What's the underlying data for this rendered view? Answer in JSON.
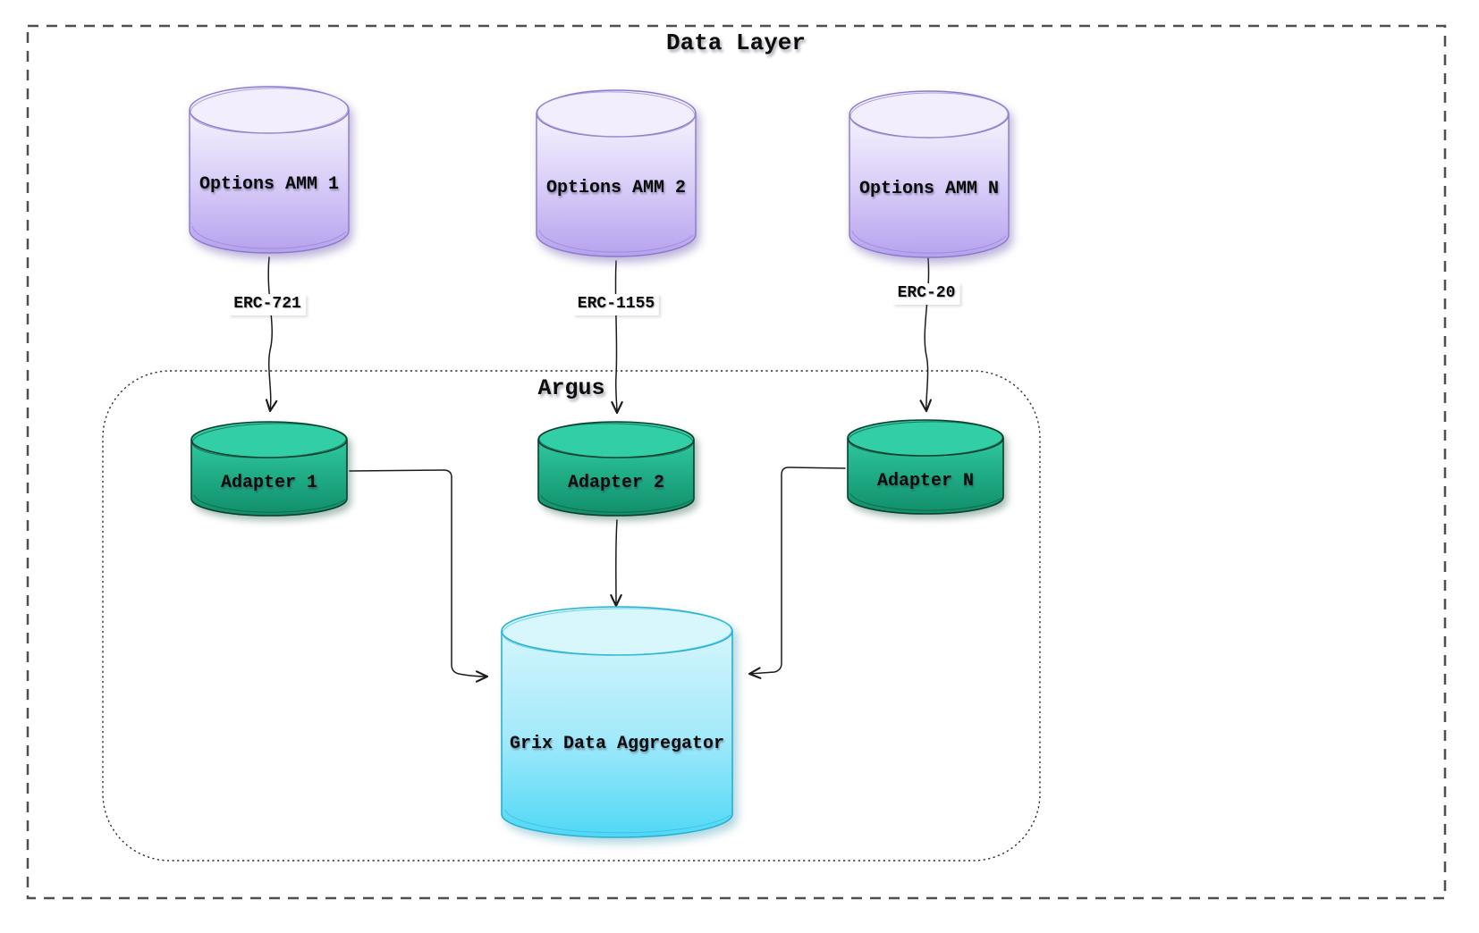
{
  "diagram": {
    "title": "Data Layer",
    "argus_label": "Argus"
  },
  "nodes": {
    "amm1": {
      "label": "Options AMM 1",
      "shape": "cylinder"
    },
    "amm2": {
      "label": "Options AMM 2",
      "shape": "cylinder"
    },
    "ammN": {
      "label": "Options AMM N",
      "shape": "cylinder"
    },
    "adapter1": {
      "label": "Adapter 1",
      "shape": "cylinder"
    },
    "adapter2": {
      "label": "Adapter 2",
      "shape": "cylinder"
    },
    "adapterN": {
      "label": "Adapter N",
      "shape": "cylinder"
    },
    "aggregator": {
      "label": "Grix Data Aggregator",
      "shape": "cylinder"
    }
  },
  "edges": [
    {
      "from": "amm1",
      "to": "adapter1",
      "label": "ERC-721"
    },
    {
      "from": "amm2",
      "to": "adapter2",
      "label": "ERC-1155"
    },
    {
      "from": "ammN",
      "to": "adapterN",
      "label": "ERC-20"
    },
    {
      "from": "adapter1",
      "to": "aggregator",
      "label": ""
    },
    {
      "from": "adapter2",
      "to": "aggregator",
      "label": ""
    },
    {
      "from": "adapterN",
      "to": "aggregator",
      "label": ""
    }
  ],
  "colors": {
    "amm_top": "#f6f3fe",
    "amm_bottom": "#b6a2ee",
    "amm_stroke": "#8a79cb",
    "adapter_top": "#2ec8a0",
    "adapter_bottom": "#108e69",
    "adapter_stroke": "#0b3f2e",
    "aggregator_top": "#d4f5fc",
    "aggregator_bottom": "#4fd8f6",
    "aggregator_stroke": "#2ab0d2",
    "edge_line": "#1b1b1b",
    "boundary_dash": "#4f4f4f",
    "background": "#ffffff"
  }
}
